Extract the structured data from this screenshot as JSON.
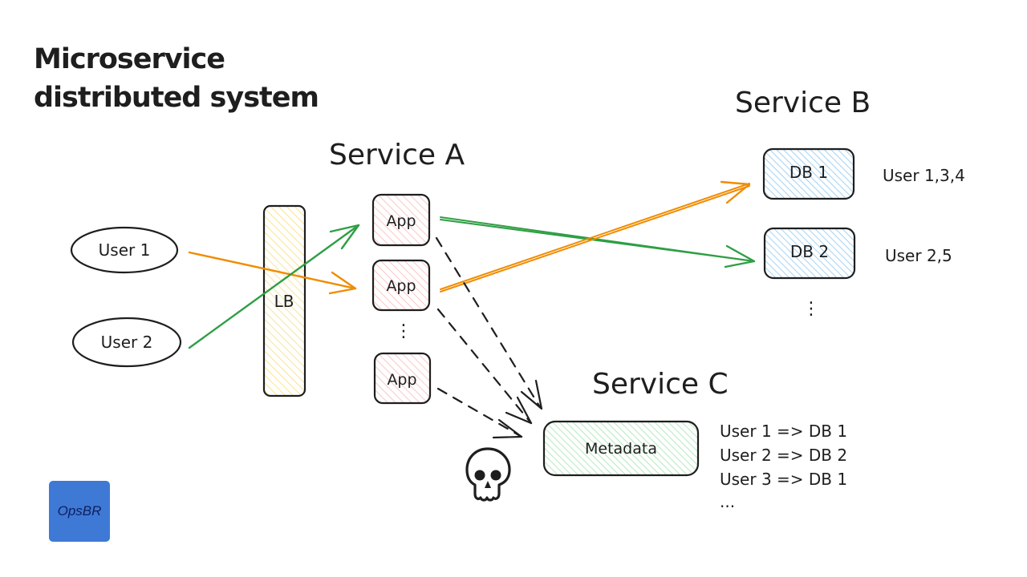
{
  "title": {
    "line1": "Microservice",
    "line2": "distributed system"
  },
  "colors": {
    "ink": "#1e1e1e",
    "orange": "#f08c00",
    "green": "#2f9e44",
    "lb_fill": "#ffec99",
    "app_fill": "#ffc9c9",
    "db_fill": "#a5d8ff",
    "metadata_fill": "#b2f2bb",
    "logo_bg": "#3e79d6"
  },
  "users": [
    {
      "label": "User 1"
    },
    {
      "label": "User 2"
    }
  ],
  "load_balancer": {
    "label": "LB"
  },
  "service_a": {
    "title": "Service A",
    "apps": [
      {
        "label": "App"
      },
      {
        "label": "App"
      },
      {
        "label": "App"
      }
    ],
    "ellipsis": "⋮"
  },
  "service_b": {
    "title": "Service B",
    "dbs": [
      {
        "label": "DB 1",
        "users": "User 1,3,4"
      },
      {
        "label": "DB 2",
        "users": "User 2,5"
      }
    ],
    "ellipsis": "⋮"
  },
  "service_c": {
    "title": "Service C",
    "metadata": {
      "label": "Metadata"
    },
    "mappings": [
      "User 1 => DB 1",
      "User 2 => DB 2",
      "User 3 => DB 1",
      "..."
    ]
  },
  "failure_icon": "skull-icon",
  "logo": {
    "text": "OpsBR"
  }
}
